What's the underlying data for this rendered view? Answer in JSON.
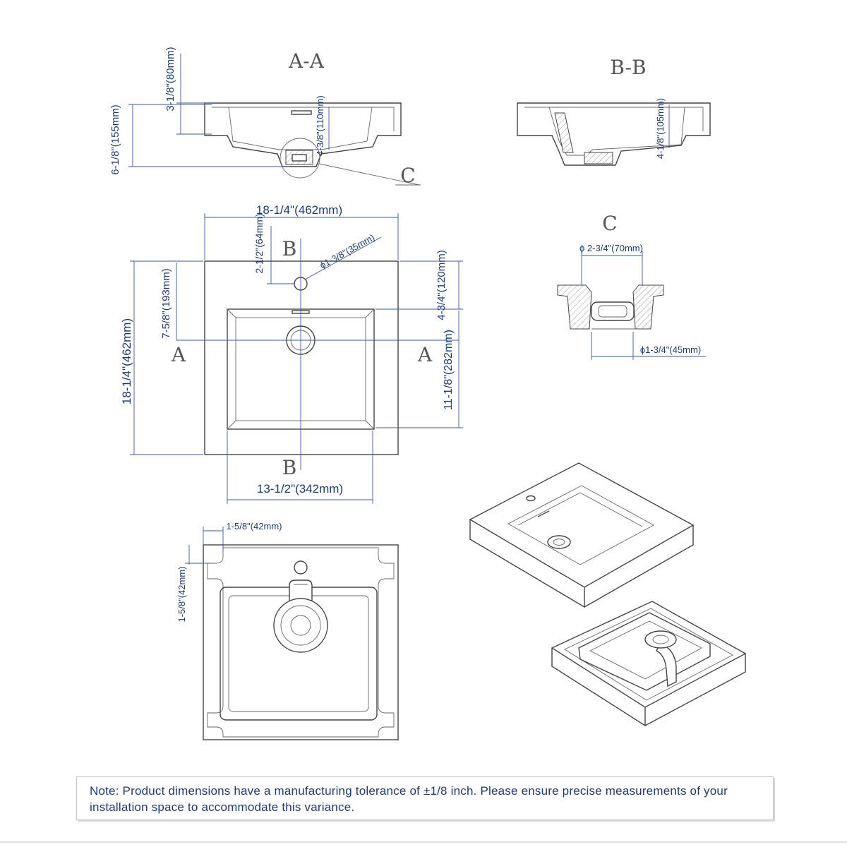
{
  "sections": {
    "aa": "A-A",
    "bb": "B-B",
    "c": "C",
    "c_callout": "C",
    "mark_b": "B",
    "mark_a": "A"
  },
  "dimensions": {
    "aa_rim_height": "3-1/8\"(80mm)",
    "aa_total_height": "6-1/8\"(155mm)",
    "aa_bowl_depth": "4-3/8\"(110mm)",
    "bb_bowl_depth": "4-1/8\"(105mm)",
    "top_width": "18-1/4\"(462mm)",
    "top_depth": "18-1/4\"(462mm)",
    "faucet_offset": "2-1/2\"(64mm)",
    "faucet_hole": "ϕ1-3/8\"(35mm)",
    "drain_offset": "7-5/8\"(193mm)",
    "bowl_offset": "4-3/4\"(120mm)",
    "bowl_depth_plan": "11-1/8\"(282mm)",
    "bowl_width": "13-1/2\"(342mm)",
    "drain_top_dia": "ϕ 2-3/4\"(70mm)",
    "drain_bottom_dia": "ϕ1-3/4\"(45mm)",
    "underside_x": "1-5/8\"(42mm)",
    "underside_y": "1-5/8\"(42mm)"
  },
  "note": "Note: Product dimensions have a manufacturing tolerance of ±1/8 inch. Please ensure precise measurements of your installation space to accommodate this variance."
}
